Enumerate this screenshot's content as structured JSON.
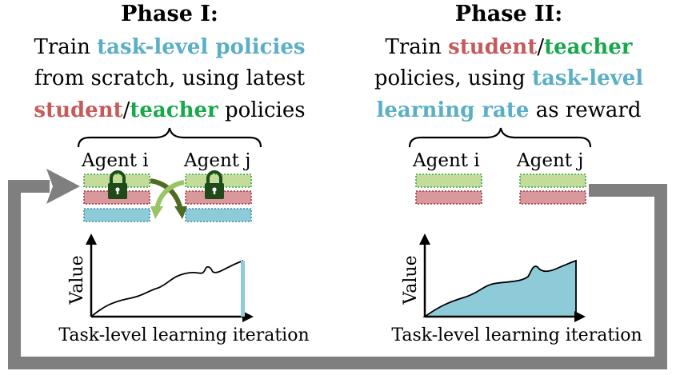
{
  "colors": {
    "task": "#5aafc6",
    "student": "#c55a5a",
    "teacher": "#17a84b",
    "green_fill": "#c3dc9a",
    "green_border": "#39a845",
    "red_fill": "#d9999c",
    "red_border": "#a8393d",
    "blue_fill": "#8ecbd9",
    "blue_border": "#3d8fa9",
    "loop": "#7f7f7f",
    "lock": "#1f4a1a",
    "swap_dark": "#4f6a22",
    "swap_light": "#9ac468"
  },
  "phase1": {
    "title": "Phase I:",
    "line1_pre": "Train ",
    "line1_task": "task-level policies",
    "line2": "from scratch, using latest",
    "line3_student": "student",
    "line3_slash": "/",
    "line3_teacher": "teacher",
    "line3_post": " policies",
    "agent_i": "Agent i",
    "agent_j": "Agent j",
    "ylabel": "Value",
    "xlabel": "Task-level learning iteration"
  },
  "phase2": {
    "title": "Phase II:",
    "line1_pre": "Train ",
    "line1_student": "student",
    "line1_slash": "/",
    "line1_teacher": "teacher",
    "line2_pre": "policies, using ",
    "line2_task": "task-level",
    "line3_task": "learning rate",
    "line3_post": " as reward",
    "agent_i": "Agent i",
    "agent_j": "Agent j",
    "ylabel": "Value",
    "xlabel": "Task-level learning iteration"
  },
  "icons": {
    "lock_left": "padlock-icon",
    "lock_right": "padlock-icon",
    "swap": "swap-arrows-icon",
    "loop": "loop-arrow-icon"
  }
}
